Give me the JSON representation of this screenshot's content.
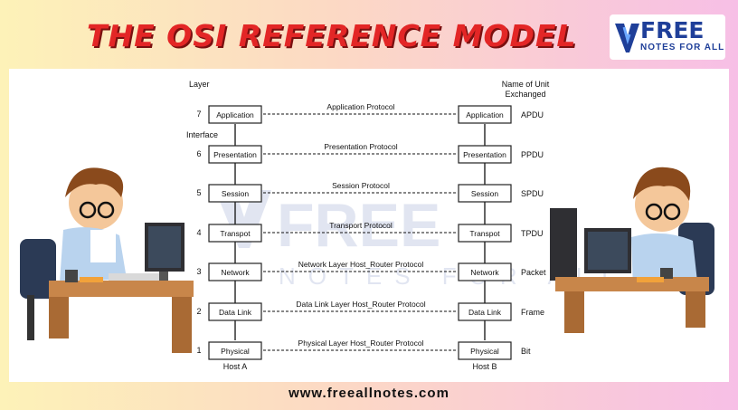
{
  "title": "THE OSI REFERENCE MODEL",
  "logo": {
    "big": "FREE",
    "small": "NOTES FOR ALL"
  },
  "watermark": {
    "big": "FREE",
    "small": "NOTES FOR ALL"
  },
  "footer_url": "www.freeallnotes.com",
  "header": {
    "layer": "Layer",
    "unit_line1": "Name of Unit",
    "unit_line2": "Exchanged",
    "interface": "Interface",
    "host_a": "Host A",
    "host_b": "Host B"
  },
  "layers": [
    {
      "num": "7",
      "name": "Application",
      "protocol": "Application Protocol",
      "unit": "APDU"
    },
    {
      "num": "6",
      "name": "Presentation",
      "protocol": "Presentation Protocol",
      "unit": "PPDU"
    },
    {
      "num": "5",
      "name": "Session",
      "protocol": "Session Protocol",
      "unit": "SPDU"
    },
    {
      "num": "4",
      "name": "Transpot",
      "protocol": "Transport Protocol",
      "unit": "TPDU"
    },
    {
      "num": "3",
      "name": "Network",
      "protocol": "Network Layer Host_Router Protocol",
      "unit": "Packet"
    },
    {
      "num": "2",
      "name": "Data Link",
      "protocol": "Data Link Layer Host_Router Protocol",
      "unit": "Frame"
    },
    {
      "num": "1",
      "name": "Physical",
      "protocol": "Physical Layer Host_Router Protocol",
      "unit": "Bit"
    }
  ],
  "colors": {
    "title": "#e32626",
    "logo_blue": "#1f3f99",
    "box_border": "#222222"
  }
}
